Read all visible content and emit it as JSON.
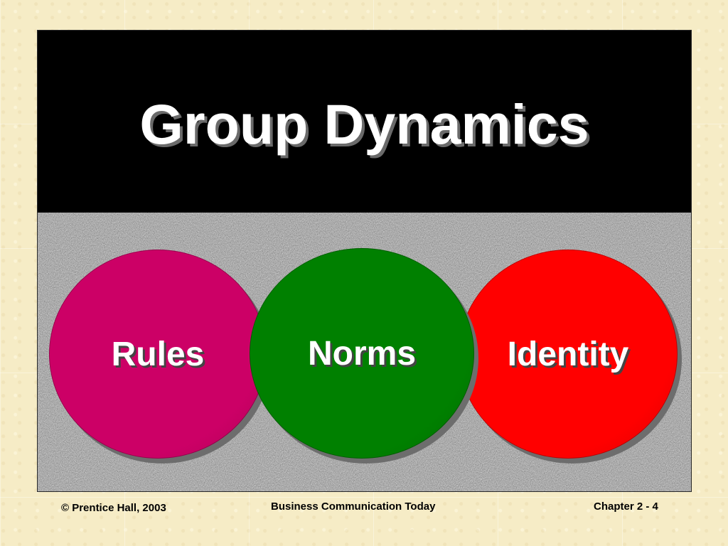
{
  "slide": {
    "title": "Group Dynamics",
    "circles": [
      {
        "label": "Rules",
        "color": "#cc0066"
      },
      {
        "label": "Norms",
        "color": "#008000"
      },
      {
        "label": "Identity",
        "color": "#ff0000"
      }
    ]
  },
  "footer": {
    "copyright": "© Prentice Hall, 2003",
    "book": "Business Communication Today",
    "page": "Chapter 2 - 4"
  },
  "colors": {
    "page_background": "#f6ecc6",
    "title_bar": "#000000",
    "granite": "#9c9c9c"
  }
}
